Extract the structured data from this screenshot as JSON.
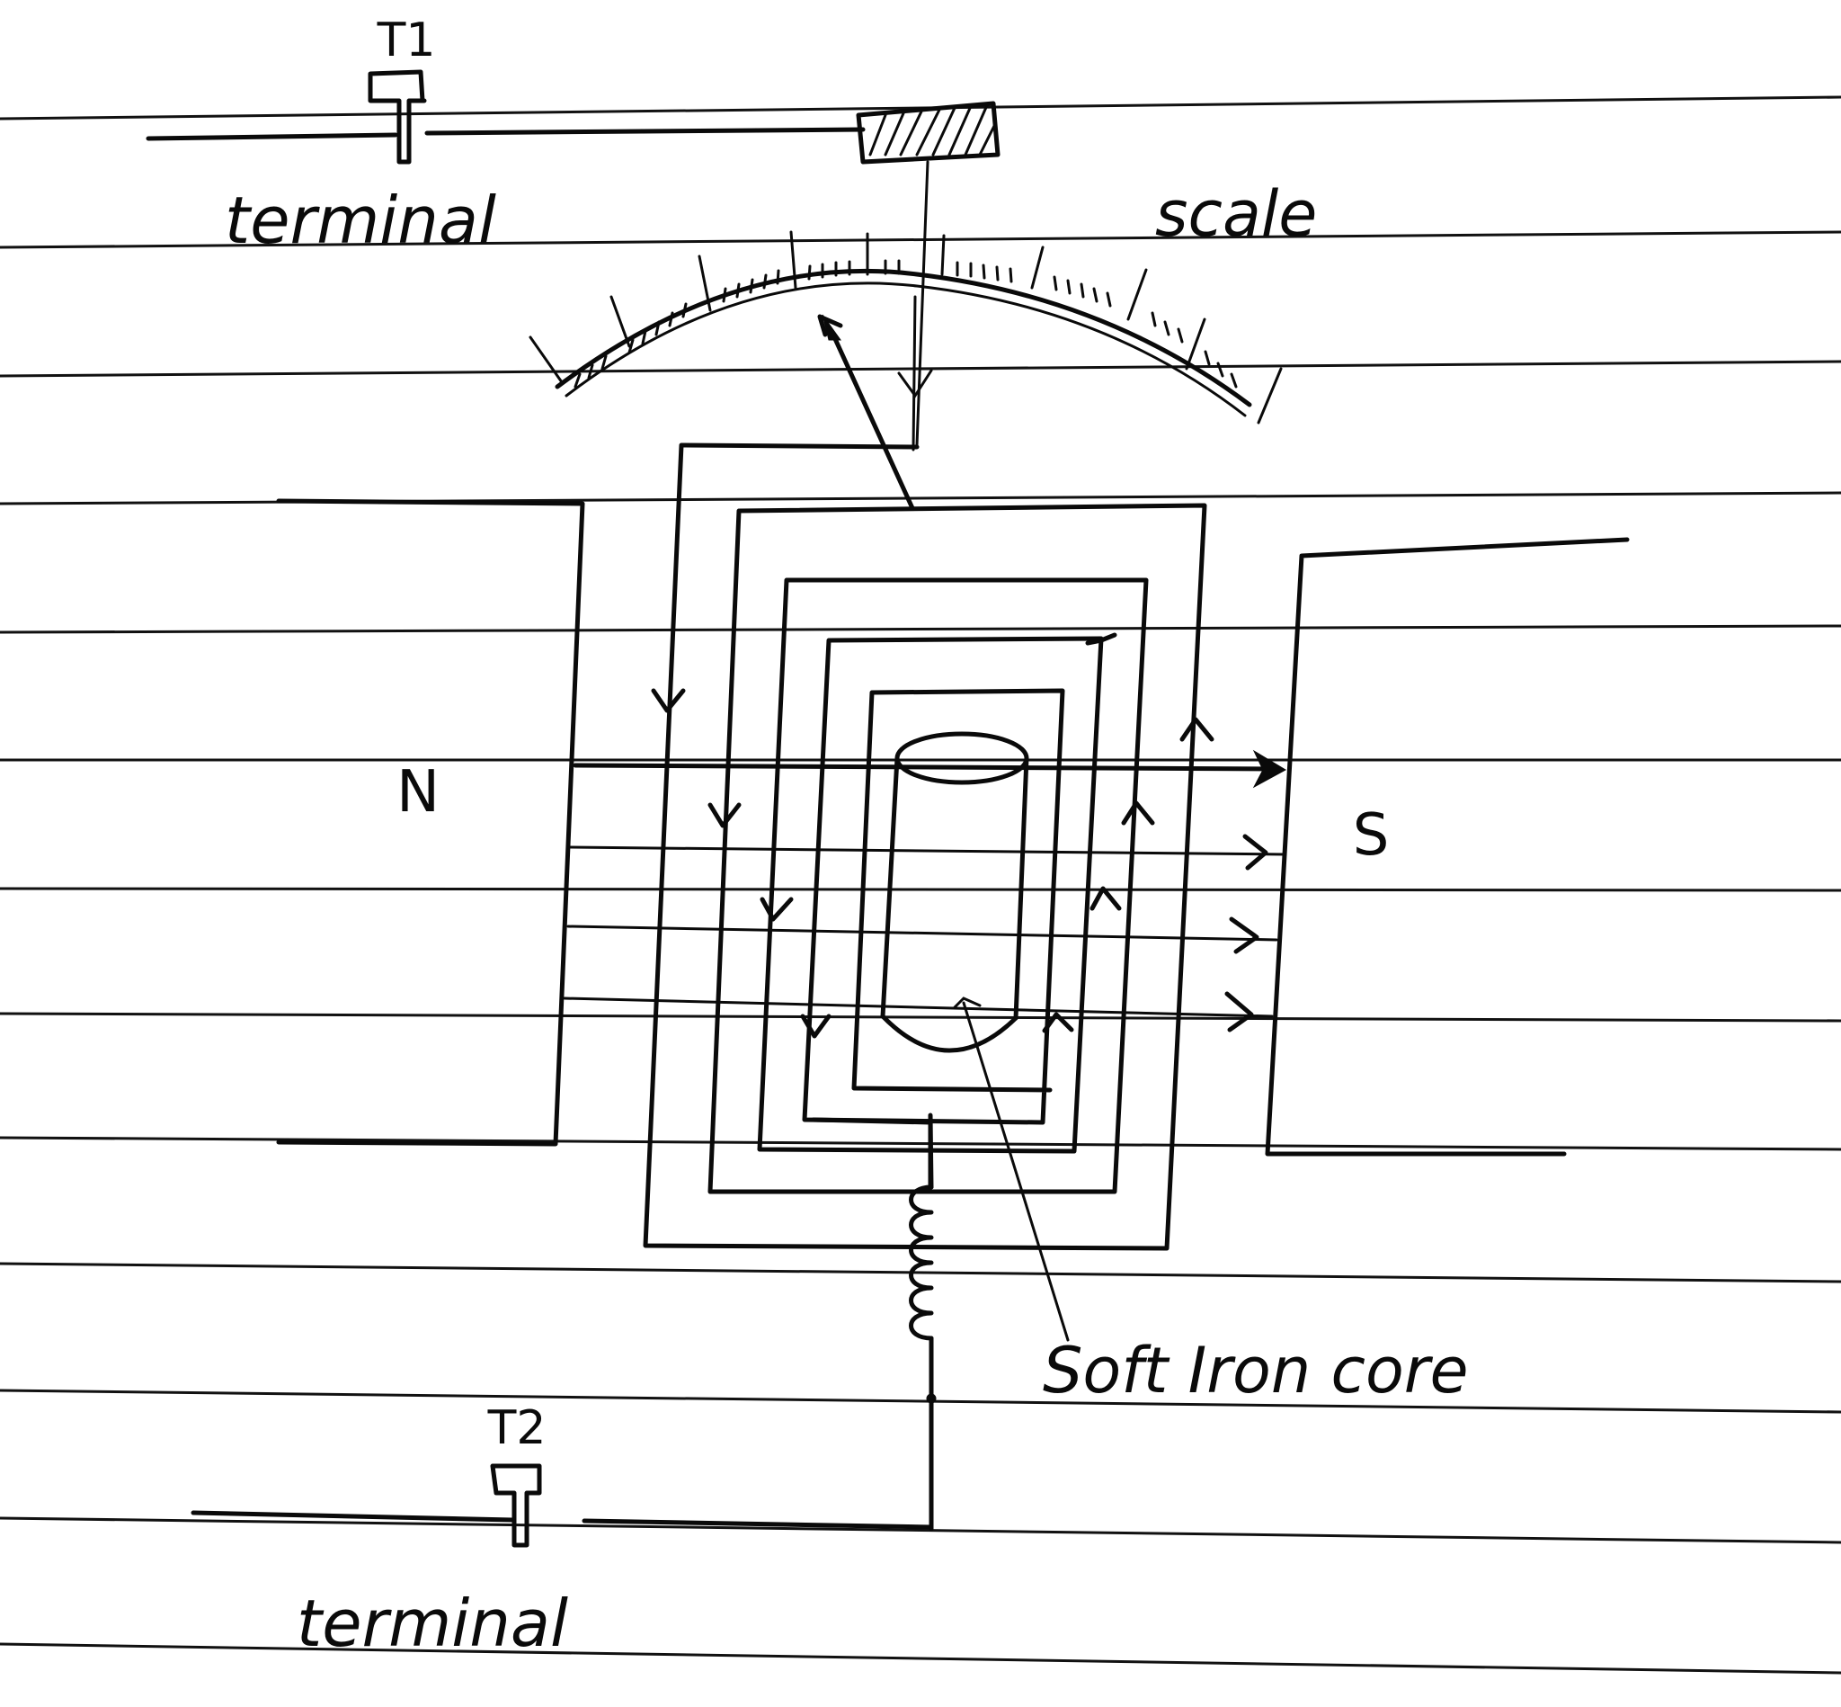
{
  "diagram": {
    "subject": "Moving coil galvanometer",
    "labels": {
      "terminal_top_id": "T1",
      "terminal_top_label": "terminal",
      "terminal_bottom_id": "T2",
      "terminal_bottom_label": "terminal",
      "scale": "scale",
      "north_pole": "N",
      "south_pole": "S",
      "core": "Soft Iron core"
    },
    "components": [
      {
        "name": "terminal T1",
        "position": "top-left"
      },
      {
        "name": "suspension support (hatched block)",
        "position": "top-center"
      },
      {
        "name": "curved scale with pointer",
        "position": "upper-center"
      },
      {
        "name": "rectangular coil (multi-turn)",
        "position": "center"
      },
      {
        "name": "soft iron core (cylinder)",
        "position": "center"
      },
      {
        "name": "north magnet pole",
        "position": "left"
      },
      {
        "name": "south magnet pole",
        "position": "right"
      },
      {
        "name": "phosphor bronze spring",
        "position": "below coil"
      },
      {
        "name": "terminal T2",
        "position": "bottom-left"
      }
    ],
    "field_lines": {
      "count": 4,
      "direction": "N to S (left to right)"
    },
    "current_arrows": {
      "left_sides": "downward",
      "right_sides": "upward"
    },
    "colors": {
      "ink": "#0a0a0a",
      "paper": "#ffffff",
      "rule": "#111111"
    }
  }
}
